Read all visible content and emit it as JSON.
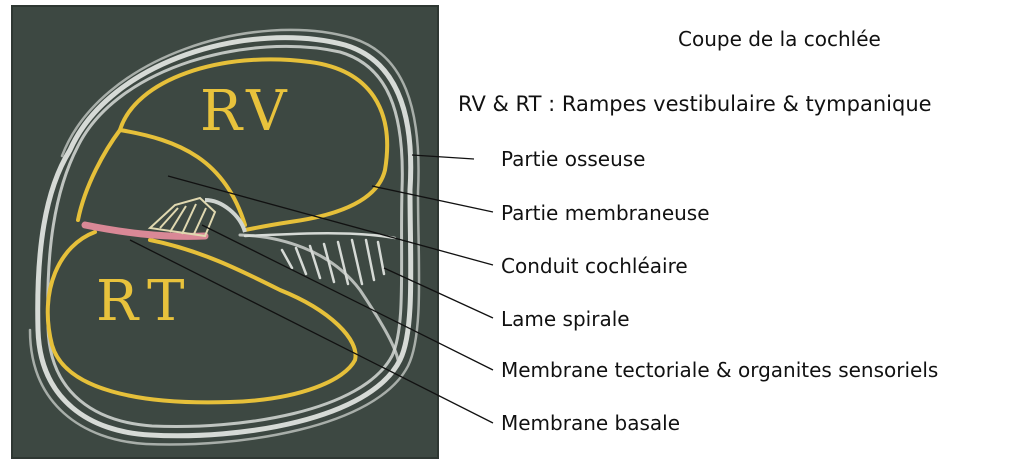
{
  "title": "Coupe de la cochlée",
  "subtitle": "RV & RT : Rampes vestibulaire & tympanique",
  "board_letters": {
    "rv": "RV",
    "rt": "RT"
  },
  "labels": [
    {
      "key": "partie_osseuse",
      "text": "Partie osseuse"
    },
    {
      "key": "partie_membraneuse",
      "text": "Partie membraneuse"
    },
    {
      "key": "conduit_cochleaire",
      "text": "Conduit cochléaire"
    },
    {
      "key": "lame_spirale",
      "text": "Lame spirale"
    },
    {
      "key": "membrane_tectoriale",
      "text": "Membrane tectoriale & organites sensoriels"
    },
    {
      "key": "membrane_basale",
      "text": "Membrane basale"
    }
  ],
  "colors": {
    "board": "#3b4640",
    "chalk_white": "#d9dcd8",
    "chalk_yellow": "#e8c23c",
    "chalk_pink": "#d98a9a",
    "leader_line": "#111111"
  }
}
